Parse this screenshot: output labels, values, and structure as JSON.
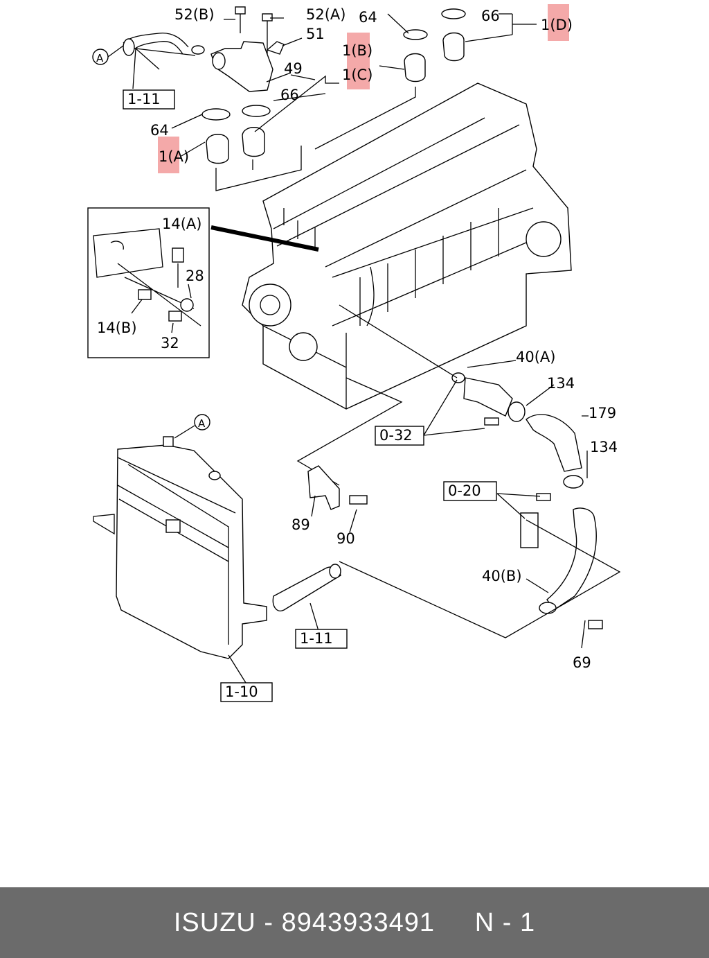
{
  "labels": {
    "p52b": "52(B)",
    "p52a": "52(A)",
    "p51": "51",
    "p49": "49",
    "p66_top": "66",
    "p66_mid": "66",
    "p64_top": "64",
    "p64_left": "64",
    "p1a": "1(A)",
    "p1b": "1(B)",
    "p1c": "1(C)",
    "p1d": "1(D)",
    "p111_top": "1-11",
    "p111_bottom": "1-11",
    "p110": "1-10",
    "p14a": "14(A)",
    "p14b": "14(B)",
    "p28": "28",
    "p32": "32",
    "p40a": "40(A)",
    "p40b": "40(B)",
    "p134_top": "134",
    "p134_bottom": "134",
    "p179": "179",
    "p032": "0-32",
    "p020": "0-20",
    "p89": "89",
    "p90": "90",
    "p69": "69",
    "ref_a_top": "A",
    "ref_a_radiator": "A"
  },
  "footer": {
    "brand": "ISUZU",
    "part_number": "8943933491",
    "page_ref": "N - 1",
    "text": "ISUZU - 8943933491     N - 1"
  },
  "colors": {
    "highlight": "#f29a9a",
    "footer_bg": "#6b6b6b",
    "footer_text": "#ffffff"
  }
}
